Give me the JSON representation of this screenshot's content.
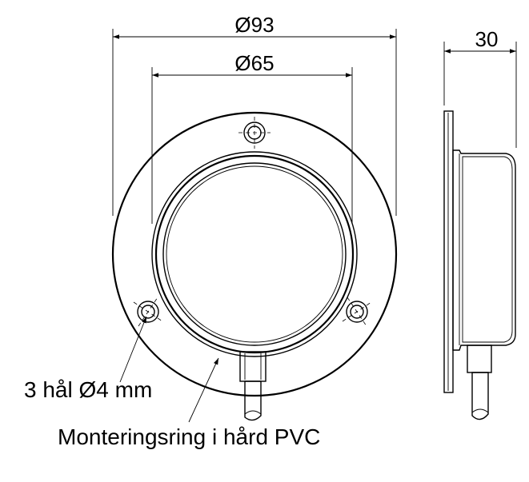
{
  "dimensions": {
    "outer_diameter": "Ø93",
    "inner_diameter": "Ø65",
    "depth": "30"
  },
  "annotations": {
    "holes": "3 hål Ø4 mm",
    "ring": "Monteringsring i hård PVC"
  }
}
